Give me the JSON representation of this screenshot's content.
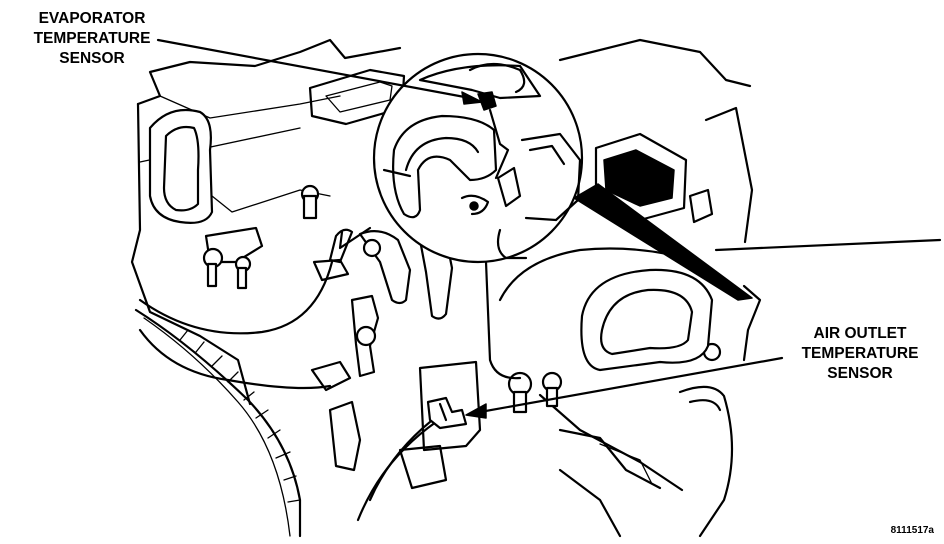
{
  "labels": {
    "evaporator_sensor": [
      "EVAPORATOR",
      "TEMPERATURE",
      "SENSOR"
    ],
    "air_outlet_sensor": [
      "AIR OUTLET",
      "TEMPERATURE",
      "SENSOR"
    ]
  },
  "figure_id": "8111517a"
}
